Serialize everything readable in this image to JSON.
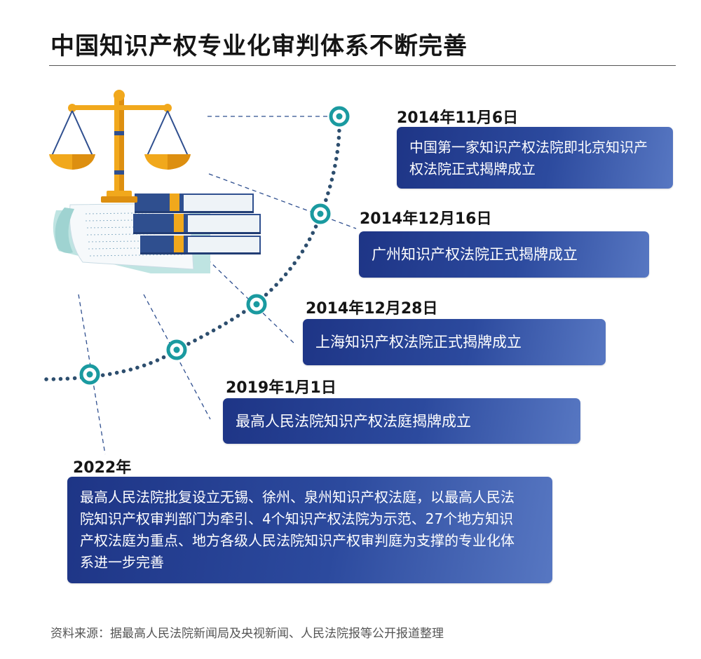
{
  "title": "中国知识产权专业化审判体系不断完善",
  "events": [
    {
      "date": "2014年11月6日",
      "text": "中国第一家知识产权法院即北京知识产权法院正式揭牌成立"
    },
    {
      "date": "2014年12月16日",
      "text": "广州知识产权法院正式揭牌成立"
    },
    {
      "date": "2014年12月28日",
      "text": "上海知识产权法院正式揭牌成立"
    },
    {
      "date": "2019年1月1日",
      "text": "最高人民法院知识产权法庭揭牌成立"
    },
    {
      "date": "2022年",
      "text": "最高人民法院批复设立无锡、徐州、泉州知识产权法庭，以最高人民法院知识产权审判部门为牵引、4个知识产权法院为示范、27个地方知识产权法庭为重点、地方各级人民法院知识产权审判庭为支撑的专业化体系进一步完善"
    }
  ],
  "source": "资料来源：据最高人民法院新闻局及央视新闻、人民法院报等公开报道整理",
  "colors": {
    "box_start": "#1e3586",
    "box_end": "#5777c2",
    "marker": "#1a9aa0",
    "curve": "#2d4e6e",
    "leader": "#2f4f8f",
    "scale_gold": "#f1a81c"
  },
  "icons": [
    "scales-of-justice-icon",
    "book-stack-icon",
    "document-scroll-icon"
  ]
}
